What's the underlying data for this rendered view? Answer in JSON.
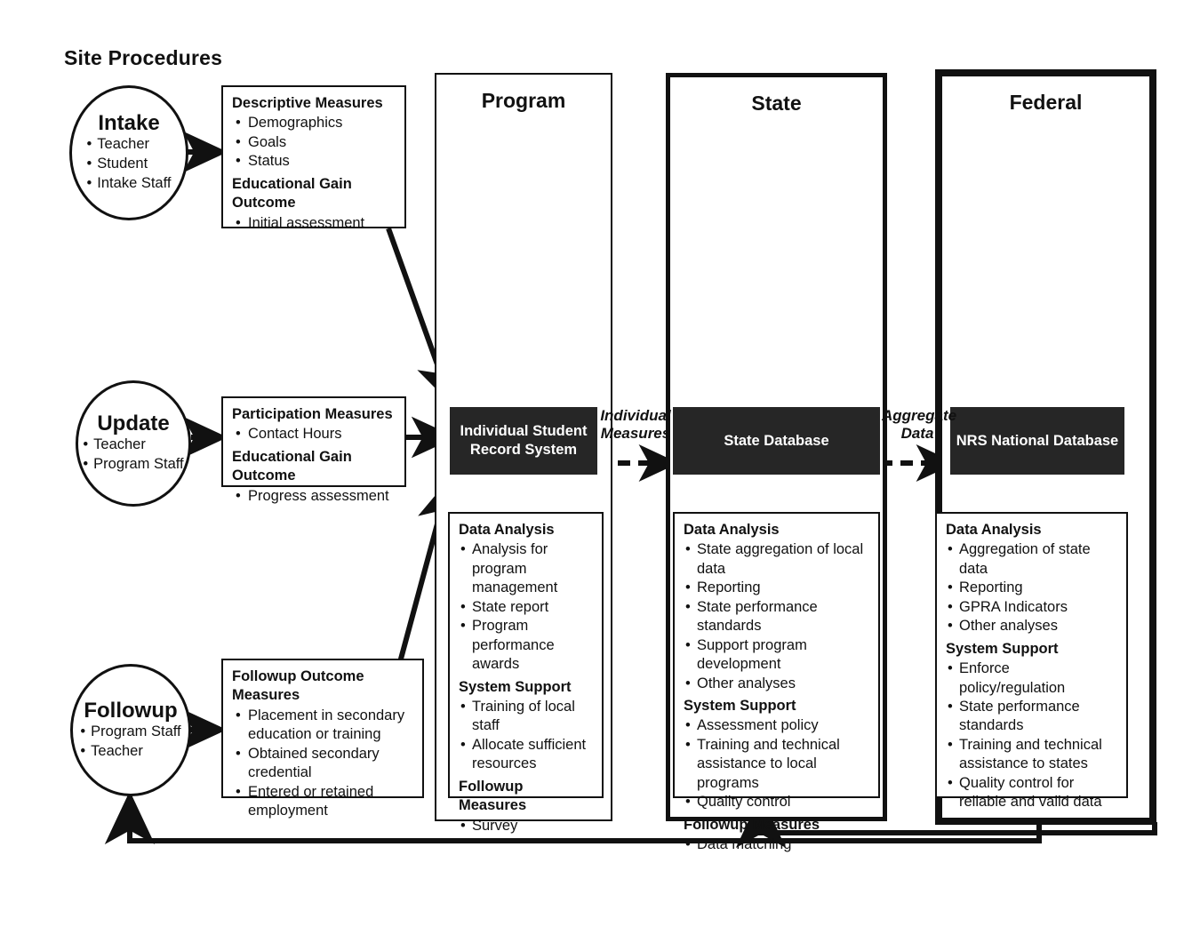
{
  "title": "Site Procedures",
  "columns": [
    {
      "id": "program",
      "label": "Program"
    },
    {
      "id": "state",
      "label": "State"
    },
    {
      "id": "federal",
      "label": "Federal"
    }
  ],
  "procedures": [
    {
      "id": "intake",
      "name": "Intake",
      "actors": [
        "Teacher",
        "Student",
        "Intake Staff"
      ],
      "measures": {
        "groups": [
          {
            "heading": "Descriptive Measures",
            "items": [
              "Demographics",
              "Goals",
              "Status"
            ]
          },
          {
            "heading": "Educational Gain Outcome",
            "items": [
              "Initial assessment"
            ]
          }
        ]
      }
    },
    {
      "id": "update",
      "name": "Update",
      "actors": [
        "Teacher",
        "Program Staff"
      ],
      "measures": {
        "groups": [
          {
            "heading": "Participation Measures",
            "items": [
              "Contact Hours"
            ]
          },
          {
            "heading": "Educational Gain Outcome",
            "items": [
              "Progress assessment"
            ]
          }
        ]
      }
    },
    {
      "id": "followup",
      "name": "Followup",
      "actors": [
        "Program Staff",
        "Teacher"
      ],
      "measures": {
        "groups": [
          {
            "heading": "Followup Outcome Measures",
            "items": [
              "Placement in secondary education or training",
              "Obtained secondary credential",
              "Entered or retained employment"
            ]
          }
        ]
      }
    }
  ],
  "databases": [
    {
      "id": "isrs",
      "label": "Individual Student Record System"
    },
    {
      "id": "statedb",
      "label": "State Database"
    },
    {
      "id": "nrsdb",
      "label": "NRS National Database"
    }
  ],
  "flow_labels": [
    {
      "id": "individual-measures",
      "line1": "Individual",
      "line2": "Measures"
    },
    {
      "id": "aggregate-data",
      "line1": "Aggregate",
      "line2": "Data"
    }
  ],
  "activity_panels": [
    {
      "id": "program-activities",
      "groups": [
        {
          "heading": "Data Analysis",
          "items": [
            "Analysis for program management",
            "State report",
            "Program performance awards"
          ]
        },
        {
          "heading": "System Support",
          "items": [
            "Training of local staff",
            "Allocate sufficient resources"
          ]
        },
        {
          "heading": "Followup Measures",
          "items": [
            "Survey"
          ]
        }
      ]
    },
    {
      "id": "state-activities",
      "groups": [
        {
          "heading": "Data Analysis",
          "items": [
            "State aggregation of local data",
            "Reporting",
            "State performance standards",
            "Support program development",
            "Other analyses"
          ]
        },
        {
          "heading": "System Support",
          "items": [
            "Assessment policy",
            "Training and technical assistance to local programs",
            "Quality control"
          ]
        },
        {
          "heading": "Followup  Measures",
          "items": [
            "Data matching"
          ]
        }
      ]
    },
    {
      "id": "federal-activities",
      "groups": [
        {
          "heading": "Data Analysis",
          "items": [
            "Aggregation of state data",
            "Reporting",
            "GPRA Indicators",
            "Other analyses"
          ]
        },
        {
          "heading": "System Support",
          "items": [
            "Enforce policy/regulation",
            "State performance standards",
            "Training and technical assistance to states",
            "Quality control for reliable and valid data"
          ]
        }
      ]
    }
  ],
  "colors": {
    "stroke": "#111111",
    "database_fill": "#262626",
    "database_text": "#ffffff",
    "background": "#ffffff"
  }
}
